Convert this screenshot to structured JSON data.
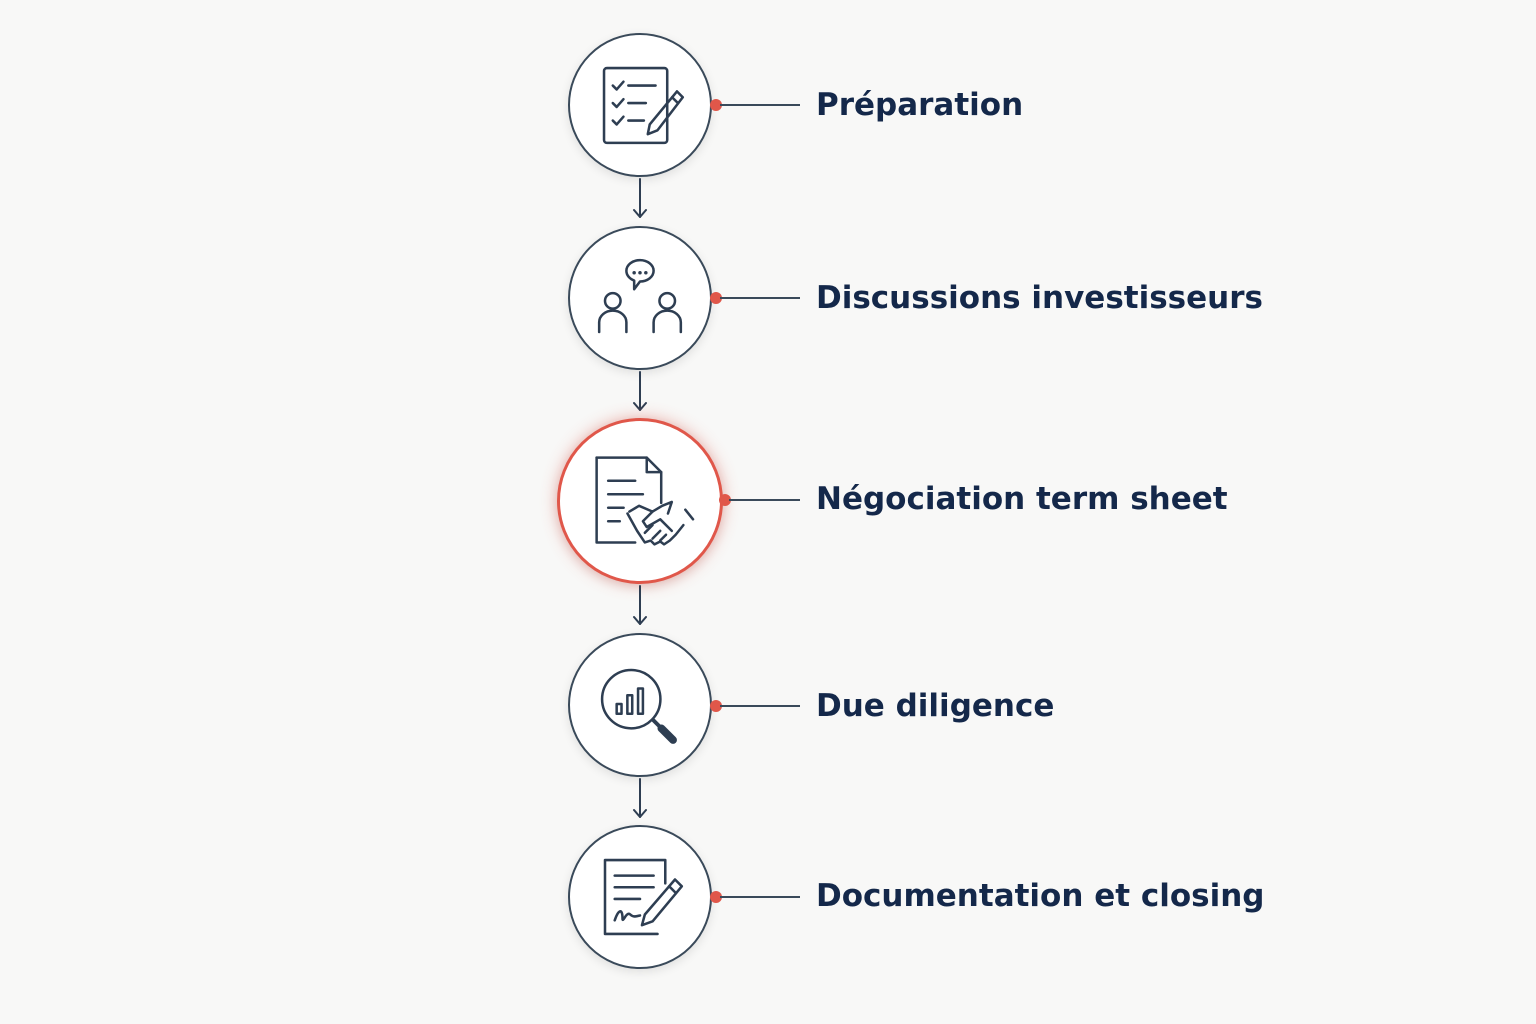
{
  "steps": [
    {
      "label": "Préparation",
      "icon": "checklist-pencil-icon"
    },
    {
      "label": "Discussions investisseurs",
      "icon": "people-chat-icon"
    },
    {
      "label": "Négociation term sheet",
      "icon": "document-handshake-icon"
    },
    {
      "label": "Due diligence",
      "icon": "magnifier-chart-icon"
    },
    {
      "label": "Documentation et closing",
      "icon": "document-signature-icon"
    }
  ],
  "colors": {
    "accent": "#e0574a",
    "line": "#3a4a5a",
    "text": "#14284a",
    "background": "#f8f8f7"
  }
}
